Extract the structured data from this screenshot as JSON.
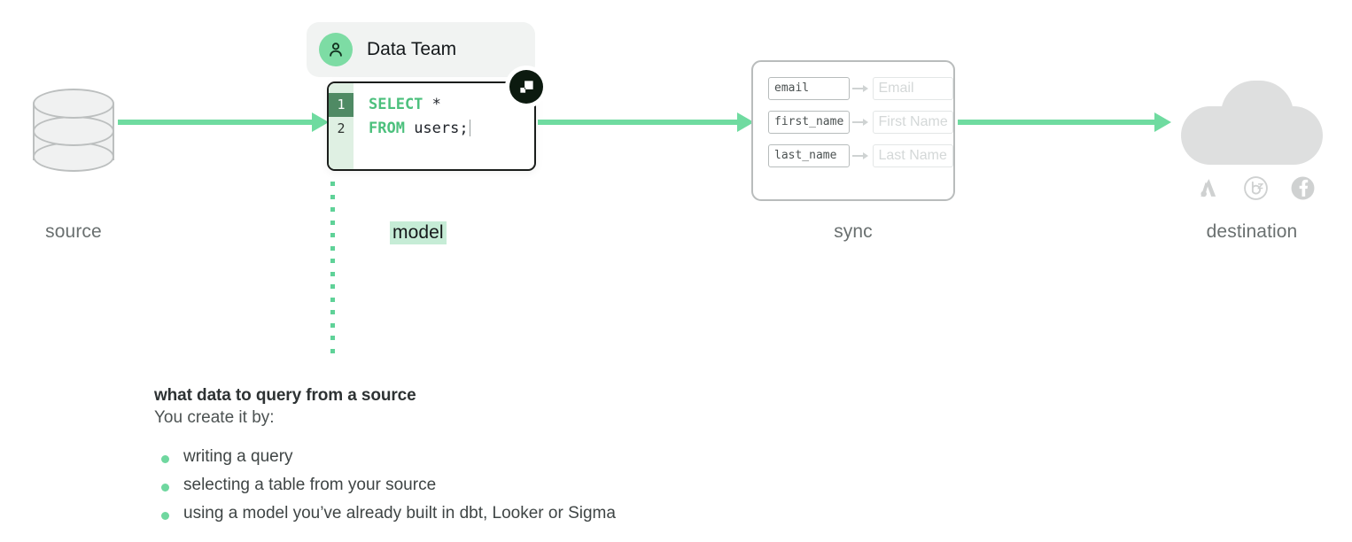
{
  "theme": {
    "accent_green": "#6fdba0",
    "avatar_green": "#7ddca4",
    "highlight_green": "#c6ecd6",
    "gutter_green": "#dff0e3",
    "active_line_green": "#4f8a64",
    "keyword_green": "#4cc07d",
    "badge_dark": "#0c1a0f",
    "cloud_gray": "#dedfdf",
    "caption_gray": "#6a7070"
  },
  "nodes": {
    "source": {
      "caption": "source",
      "icon": "database-icon"
    },
    "model": {
      "caption": "model",
      "chip": {
        "label": "Data Team",
        "avatar_icon": "user-avatar-icon"
      },
      "badge_icon": "hightouch-logo-icon",
      "editor": {
        "lines": [
          {
            "number": "1",
            "active": true,
            "keyword": "SELECT",
            "rest": " *"
          },
          {
            "number": "2",
            "active": false,
            "keyword": "FROM",
            "rest": " users;"
          }
        ]
      }
    },
    "sync": {
      "caption": "sync",
      "mappings": [
        {
          "source_field": "email",
          "arrow_icon": "map-arrow-icon",
          "target_field": "Email"
        },
        {
          "source_field": "first_name",
          "arrow_icon": "map-arrow-icon",
          "target_field": "First Name"
        },
        {
          "source_field": "last_name",
          "arrow_icon": "map-arrow-icon",
          "target_field": "Last Name"
        }
      ]
    },
    "destination": {
      "caption": "destination",
      "icon": "cloud-icon",
      "app_icons": [
        "google-ads-icon",
        "braze-icon",
        "facebook-icon"
      ]
    }
  },
  "flow_arrows": [
    {
      "name": "arrow-source-to-model"
    },
    {
      "name": "arrow-model-to-sync"
    },
    {
      "name": "arrow-sync-to-destination"
    }
  ],
  "callout": {
    "heading": "what data to query from a source",
    "subheading": "You create it by:",
    "bullets": [
      "writing a query",
      "selecting a table from your source",
      "using a model you’ve already built in dbt, Looker or Sigma"
    ]
  }
}
